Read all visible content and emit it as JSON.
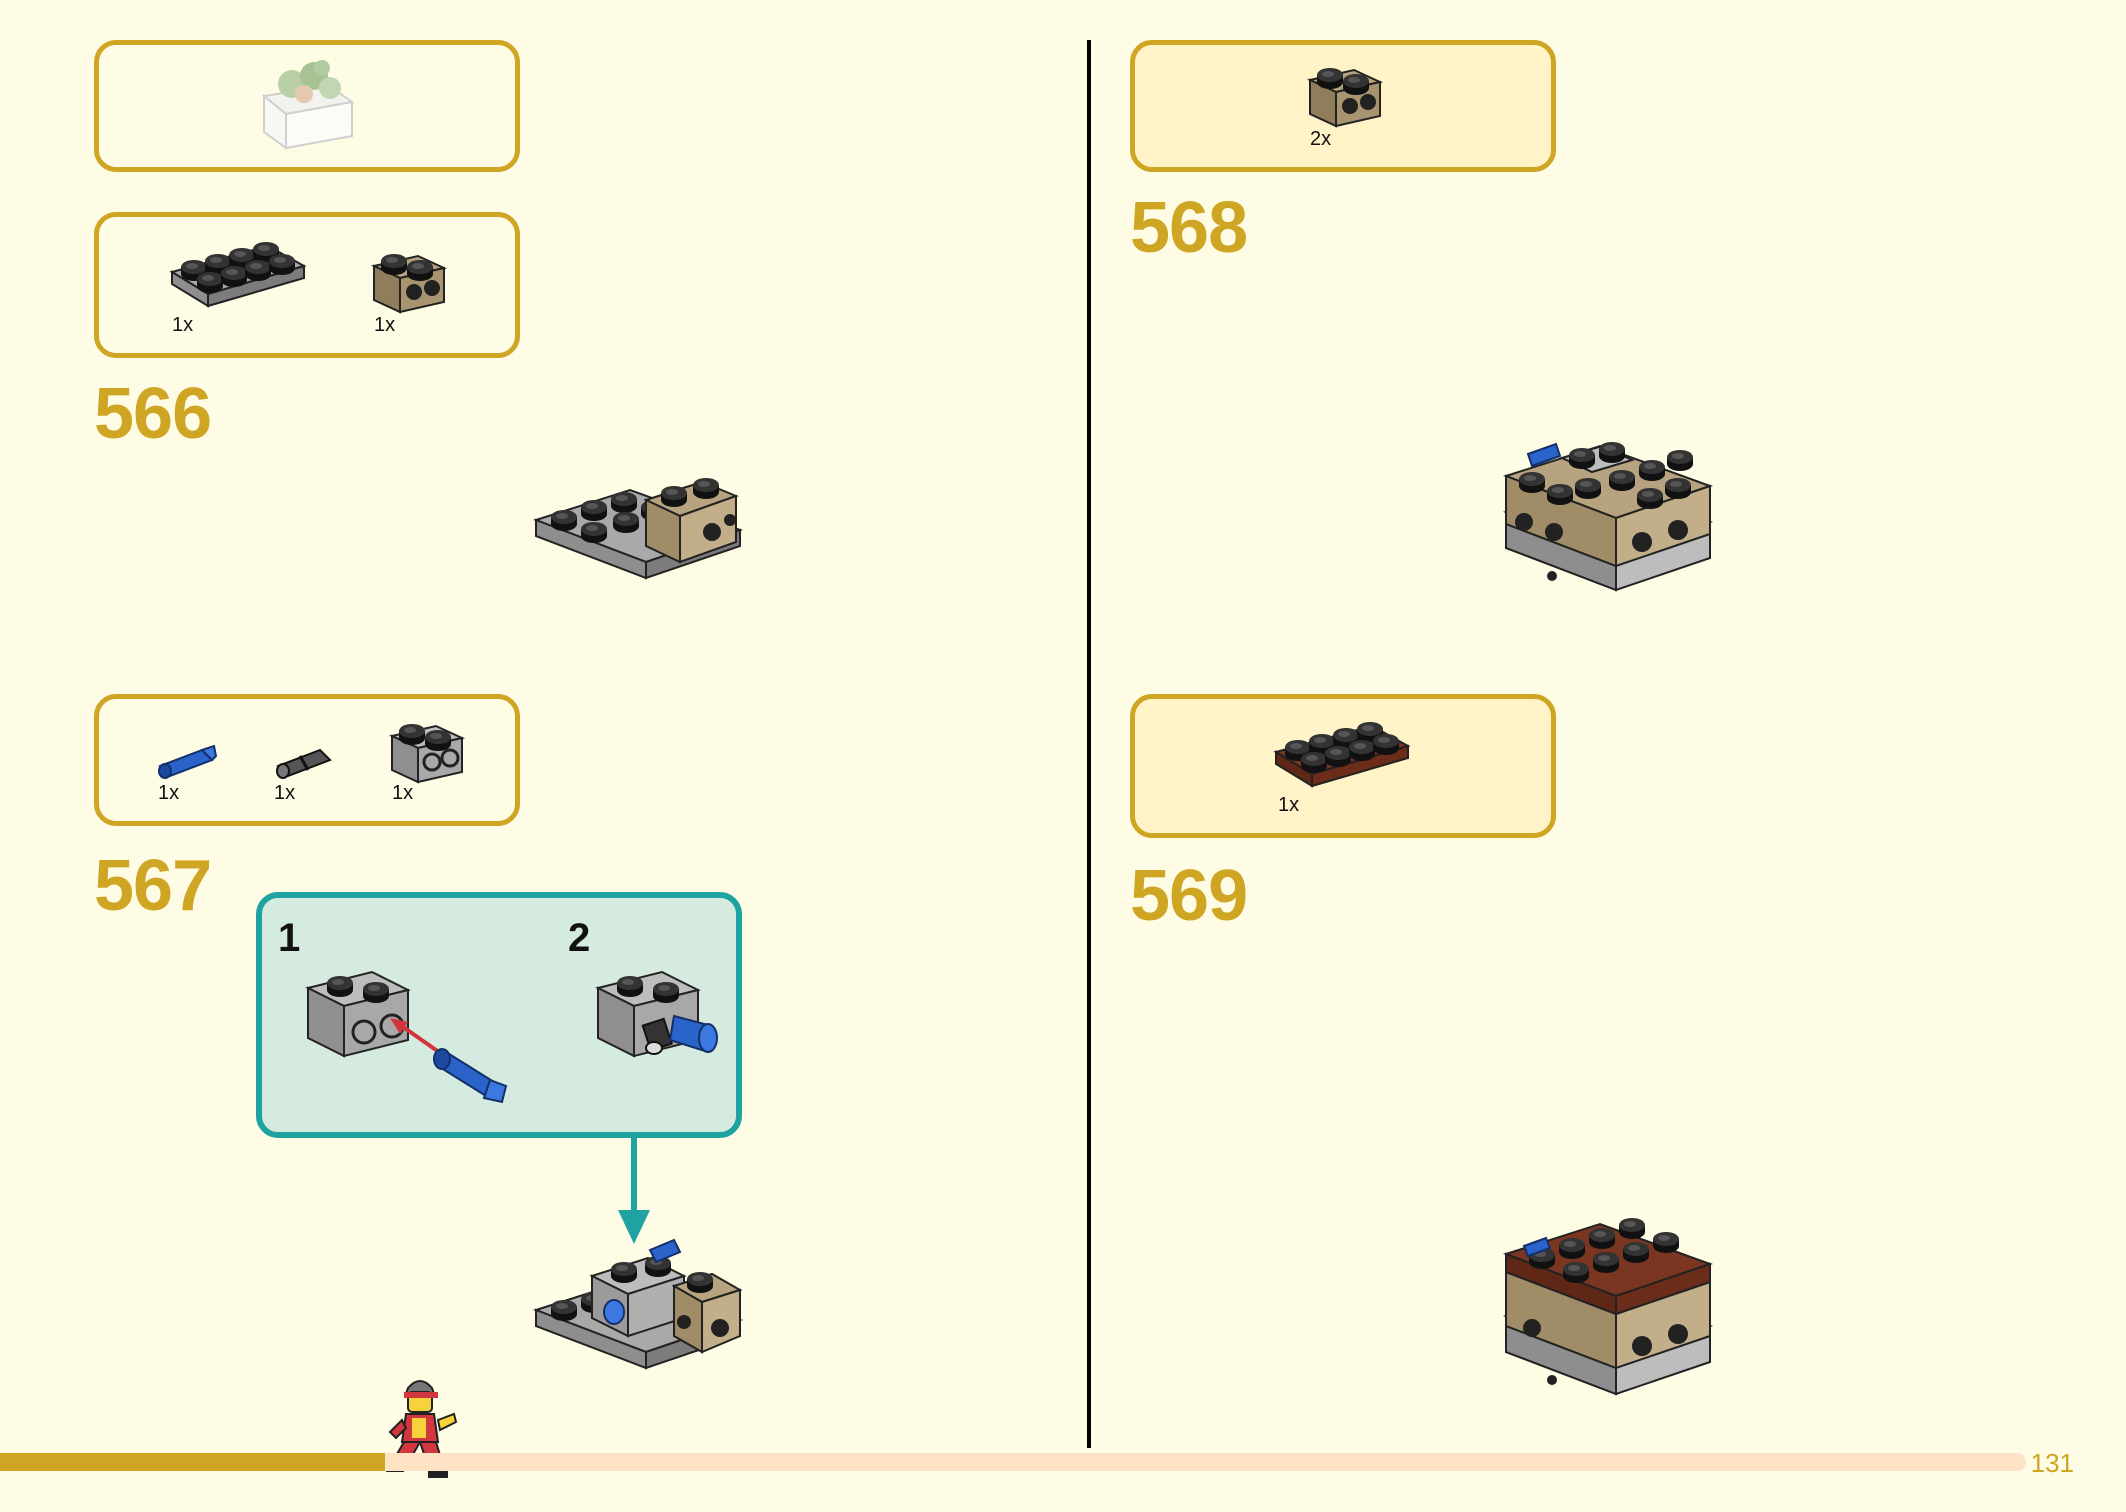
{
  "page": {
    "number": "131",
    "progress_fraction": 0.19
  },
  "colors": {
    "accent": "#cfa524",
    "callout_border": "#1fa3a0",
    "callout_fill": "#d6ebdf",
    "arrow_red": "#d1373d",
    "background": "#fffce6"
  },
  "steps": [
    {
      "number": "566",
      "parts": [
        {
          "name": "plate-2x4-light-gray",
          "qty": "1x"
        },
        {
          "name": "brick-1x2-dark-tan-with-holes",
          "qty": "1x"
        }
      ]
    },
    {
      "number": "567",
      "parts": [
        {
          "name": "axle-pin-blue",
          "qty": "1x"
        },
        {
          "name": "pin-dark-gray",
          "qty": "1x"
        },
        {
          "name": "brick-1x2-light-gray-with-holes",
          "qty": "1x"
        }
      ],
      "substeps": [
        "1",
        "2"
      ]
    },
    {
      "number": "568",
      "parts": [
        {
          "name": "brick-1x2-dark-tan-with-holes",
          "qty": "2x"
        }
      ]
    },
    {
      "number": "569",
      "parts": [
        {
          "name": "plate-2x4-reddish-brown",
          "qty": "1x"
        }
      ]
    }
  ]
}
